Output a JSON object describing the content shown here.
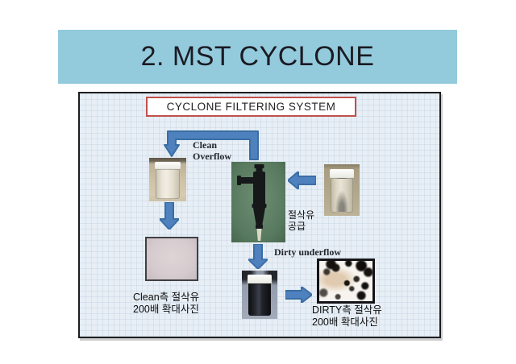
{
  "header": {
    "title": "2. MST CYCLONE"
  },
  "diagram": {
    "title": "CYCLONE FILTERING SYSTEM",
    "flow_labels": {
      "clean_overflow": [
        "Clean",
        "Overflow"
      ],
      "supply": [
        "절삭유",
        "공급"
      ],
      "dirty_underflow": "Dirty underflow"
    },
    "captions": {
      "clean": [
        "Clean측 절삭유",
        "200배 확대사진"
      ],
      "dirty": [
        "DIRTY측 절삭유",
        "200배 확대사진"
      ]
    },
    "photos": {
      "clean_jar": "clean-overflow-jar-photo",
      "supply_jar": "cutting-oil-supply-jar-photo",
      "dirty_jar": "dirty-underflow-jar-photo",
      "cyclone": "cyclone-device-photo",
      "clean_micro": "clean-oil-200x-microscope-photo",
      "dirty_micro": "dirty-oil-200x-microscope-photo"
    }
  },
  "colors": {
    "banner": "#93cbdd",
    "content_bg": "#e7eef5",
    "arrow_fill": "#4e81bd",
    "arrow_stroke": "#3a6ea5",
    "title_box_border": "#c0504d",
    "text": "#1a1a1a"
  }
}
